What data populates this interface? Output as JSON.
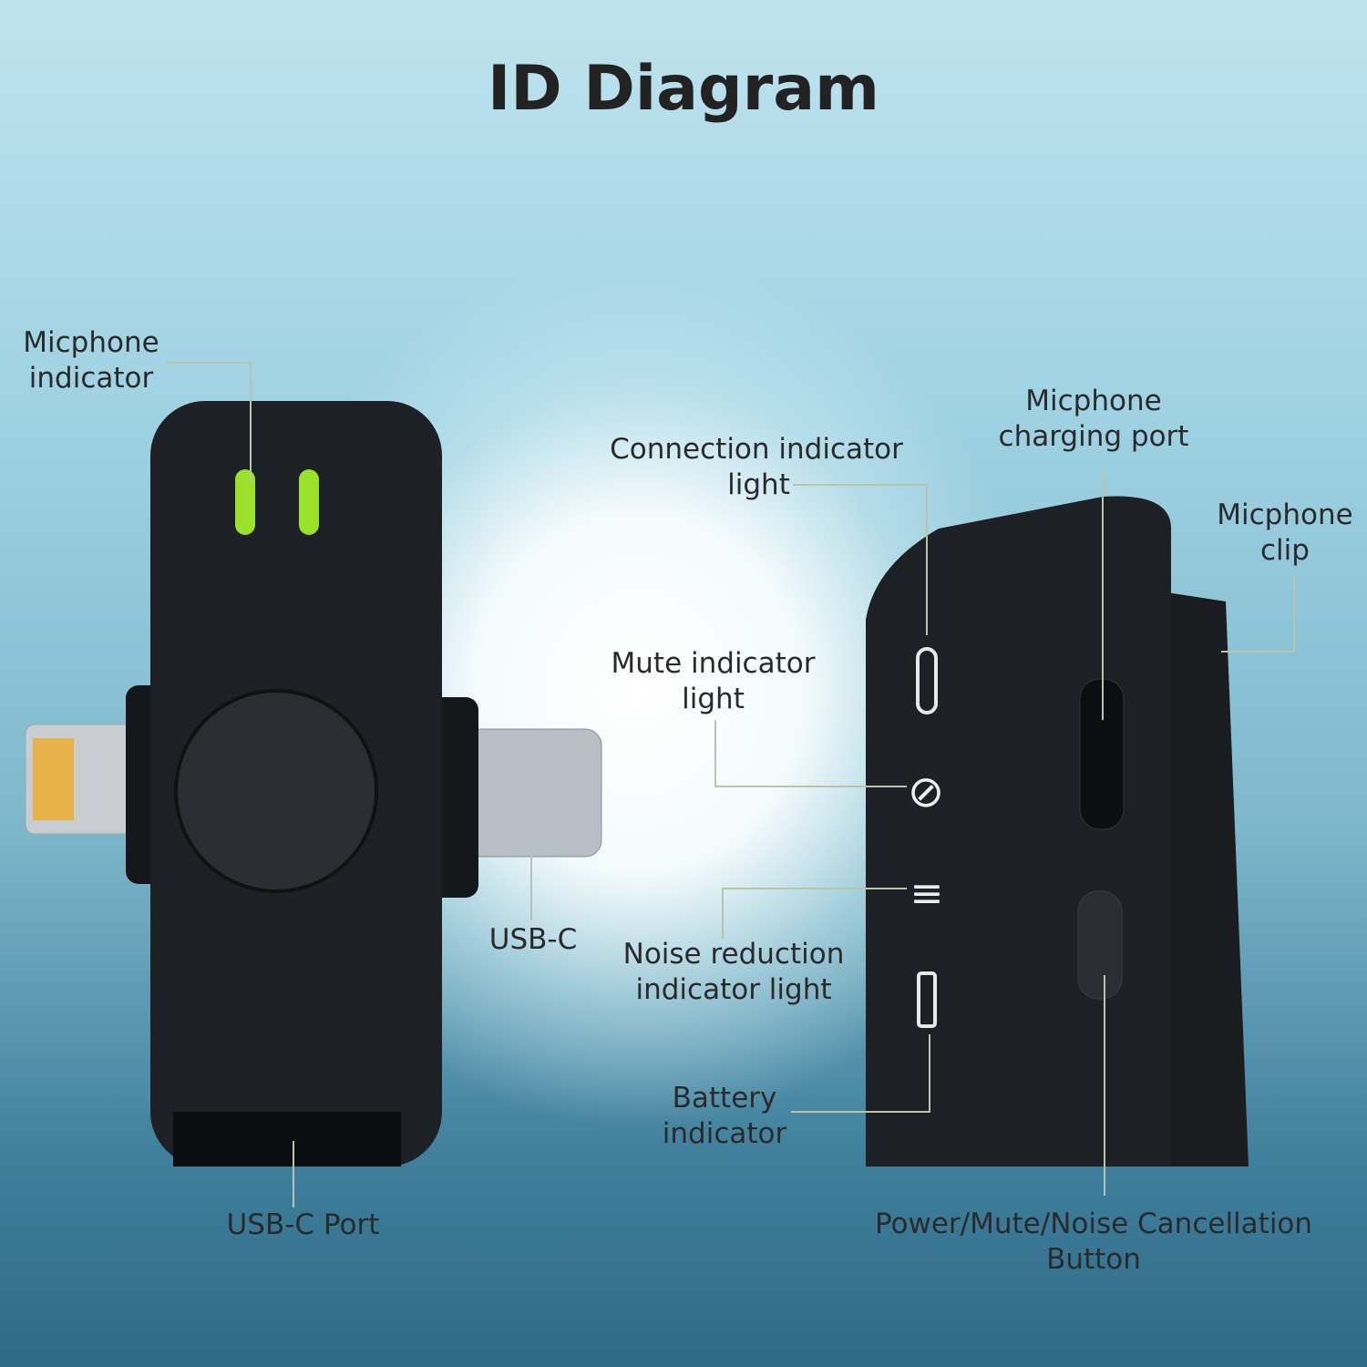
{
  "title": "ID Diagram",
  "labels": {
    "mic_indicator": [
      "Micphone",
      "indicator"
    ],
    "connection": [
      "Connection indicator",
      "light"
    ],
    "charging_port": [
      "Micphone",
      "charging port"
    ],
    "clip": [
      "Micphone",
      "clip"
    ],
    "mute": [
      "Mute indicator",
      "light"
    ],
    "usbc": "USB-C",
    "noise": [
      "Noise reduction",
      "indicator light"
    ],
    "battery": [
      "Battery",
      "indicator"
    ],
    "usbc_port": "USB-C Port",
    "button": [
      "Power/Mute/Noise Cancellation",
      "Button"
    ]
  },
  "colors": {
    "led": "#9be02a",
    "body": "#1d2024",
    "line": "#b9c4a8"
  }
}
